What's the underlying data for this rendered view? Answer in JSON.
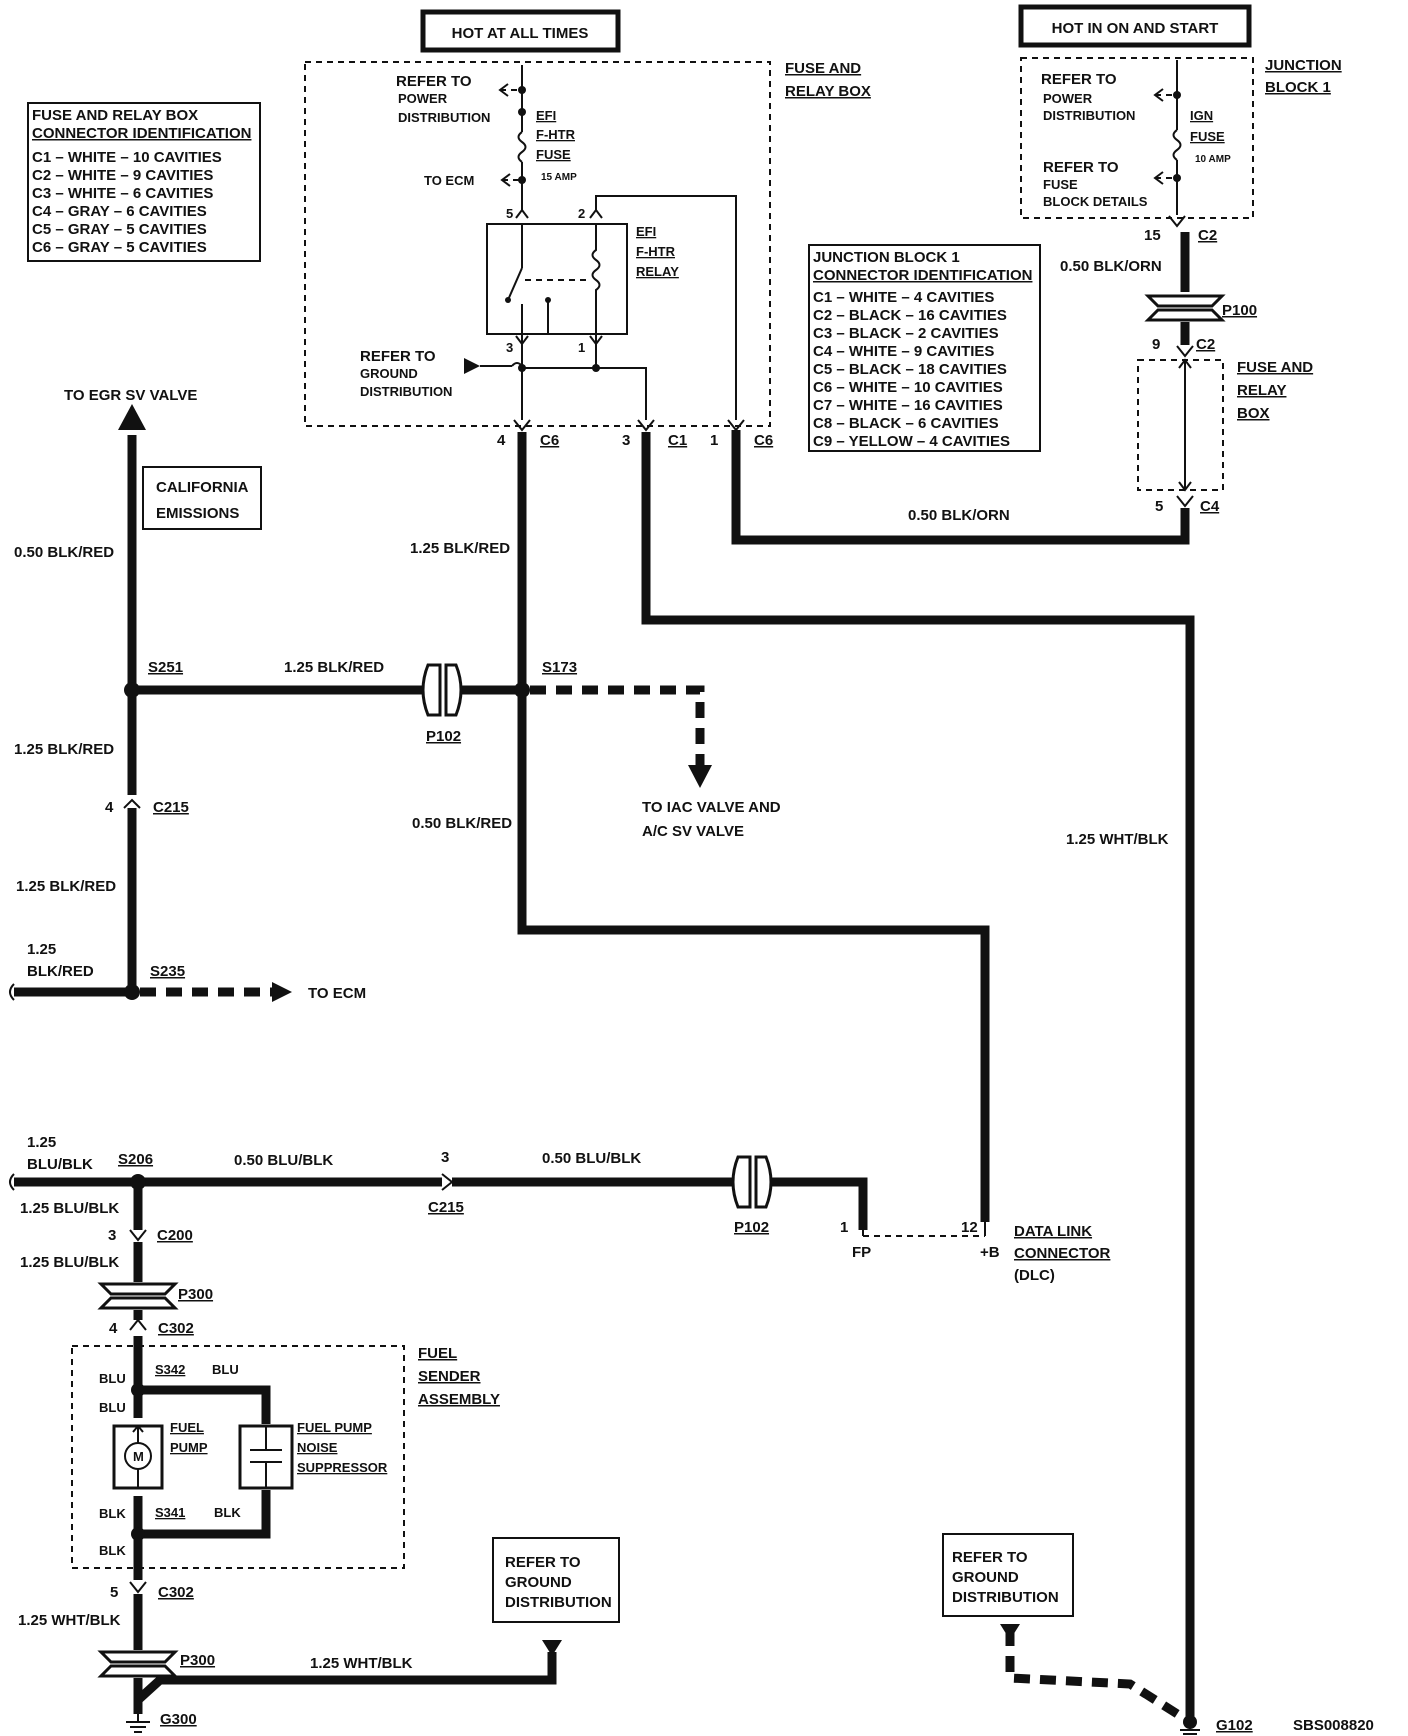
{
  "diagram_id": "SBS008820",
  "hot_labels": {
    "at_all_times": "HOT AT ALL TIMES",
    "in_on_start": "HOT IN ON AND START"
  },
  "fuse_relay_box": {
    "title": [
      "FUSE AND",
      "RELAY BOX"
    ],
    "refer_power": [
      "REFER TO",
      "POWER",
      "DISTRIBUTION"
    ],
    "fuse_name": [
      "EFI",
      "F-HTR",
      "FUSE"
    ],
    "fuse_rating": "15 AMP",
    "to_ecm": "TO ECM",
    "relay_name": [
      "EFI",
      "F-HTR",
      "RELAY"
    ],
    "refer_ground": [
      "REFER TO",
      "GROUND",
      "DISTRIBUTION"
    ],
    "pins": {
      "p5": "5",
      "p2": "2",
      "p3": "3",
      "p1": "1"
    }
  },
  "fuse_relay_connector_id": {
    "title": [
      "FUSE AND RELAY BOX",
      "CONNECTOR IDENTIFICATION"
    ],
    "rows": [
      "C1 – WHITE – 10 CAVITIES",
      "C2 – WHITE – 9 CAVITIES",
      "C3 – WHITE – 6 CAVITIES",
      "C4 – GRAY – 6 CAVITIES",
      "C5 – GRAY – 5 CAVITIES",
      "C6 – GRAY – 5 CAVITIES"
    ]
  },
  "junction_block": {
    "title": [
      "JUNCTION",
      "BLOCK 1"
    ],
    "refer_power": [
      "REFER TO",
      "POWER",
      "DISTRIBUTION"
    ],
    "fuse_name": [
      "IGN",
      "FUSE"
    ],
    "fuse_rating": "10 AMP",
    "refer_fuse": [
      "REFER TO",
      "FUSE",
      "BLOCK DETAILS"
    ]
  },
  "junction_connector_id": {
    "title": [
      "JUNCTION BLOCK 1",
      "CONNECTOR IDENTIFICATION"
    ],
    "rows": [
      "C1 – WHITE – 4 CAVITIES",
      "C2 – BLACK – 16 CAVITIES",
      "C3 – BLACK – 2 CAVITIES",
      "C4 – WHITE – 9 CAVITIES",
      "C5 – BLACK – 18 CAVITIES",
      "C6 – WHITE – 10 CAVITIES",
      "C7 – WHITE – 16 CAVITIES",
      "C8 – BLACK – 6 CAVITIES",
      "C9 – YELLOW – 4 CAVITIES"
    ]
  },
  "fuse_relay_box_small": [
    "FUSE AND",
    "RELAY",
    "BOX"
  ],
  "connectors": {
    "c6a_pin": "4",
    "c6a": "C6",
    "c1_pin": "3",
    "c1": "C1",
    "c6b_pin": "1",
    "c6b": "C6",
    "jb_c2_pin": "15",
    "jb_c2": "C2",
    "p100": "P100",
    "frb_c2_pin": "9",
    "frb_c2": "C2",
    "c4_pin": "5",
    "c4": "C4",
    "c215a_pin": "4",
    "c215a": "C215",
    "c215b_pin": "3",
    "c215b": "C215",
    "p102a": "P102",
    "p102b": "P102",
    "c200_pin": "3",
    "c200": "C200",
    "p300a": "P300",
    "p300b": "P300",
    "c302a_pin": "4",
    "c302a": "C302",
    "c302b_pin": "5",
    "c302b": "C302",
    "dlc_pin1": "1",
    "dlc_pin12": "12",
    "fp": "FP",
    "plus_b": "+B"
  },
  "splices": {
    "s251": "S251",
    "s173": "S173",
    "s235": "S235",
    "s206": "S206",
    "s342": "S342",
    "s341": "S341"
  },
  "grounds": {
    "g300": "G300",
    "g102": "G102"
  },
  "wires": {
    "blk_orn_a": "0.50 BLK/ORN",
    "blk_orn_b": "0.50 BLK/ORN",
    "blk_red_125_a": "1.25 BLK/RED",
    "blk_red_050_a": "0.50 BLK/RED",
    "blk_red_125_b": "1.25 BLK/RED",
    "blk_red_125_c": "1.25 BLK/RED",
    "blk_red_050_b": "0.50 BLK/RED",
    "blk_red_125_d": "1.25 BLK/RED",
    "blk_red_split": [
      "1.25",
      "BLK/RED"
    ],
    "wht_blk_a": "1.25 WHT/BLK",
    "blu_blk_split": [
      "1.25",
      "BLU/BLK"
    ],
    "blu_blk_050_a": "0.50 BLU/BLK",
    "blu_blk_050_b": "0.50 BLU/BLK",
    "blu_blk_125_a": "1.25 BLU/BLK",
    "blu_blk_125_b": "1.25 BLU/BLK",
    "wht_blk_b": "1.25 WHT/BLK",
    "wht_blk_c": "1.25 WHT/BLK",
    "blu1": "BLU",
    "blu2": "BLU",
    "blu3": "BLU",
    "blk1": "BLK",
    "blk2": "BLK",
    "blk3": "BLK"
  },
  "destinations": {
    "egr": "TO EGR SV VALVE",
    "iac": [
      "TO IAC VALVE AND",
      "A/C SV VALVE"
    ],
    "ecm": "TO ECM"
  },
  "california": [
    "CALIFORNIA",
    "EMISSIONS"
  ],
  "dlc": [
    "DATA LINK",
    "CONNECTOR",
    "(DLC)"
  ],
  "fuel_sender": {
    "title": [
      "FUEL",
      "SENDER",
      "ASSEMBLY"
    ],
    "pump": [
      "FUEL",
      "PUMP"
    ],
    "motor": "M",
    "suppressor": [
      "FUEL PUMP",
      "NOISE",
      "SUPPRESSOR"
    ]
  },
  "refer_ground_a": [
    "REFER TO",
    "GROUND",
    "DISTRIBUTION"
  ],
  "refer_ground_b": [
    "REFER TO",
    "GROUND",
    "DISTRIBUTION"
  ]
}
